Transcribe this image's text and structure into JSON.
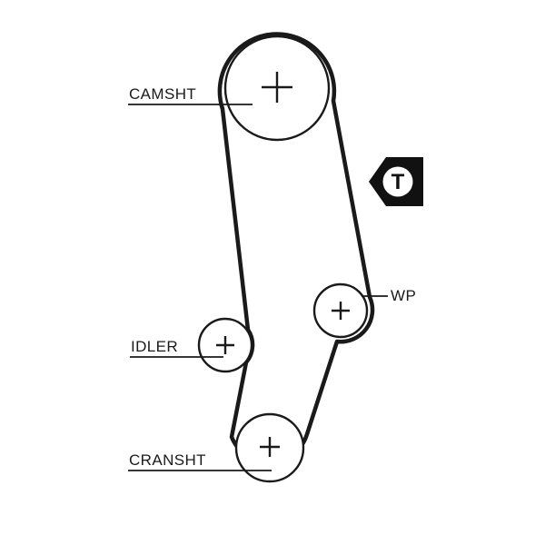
{
  "diagram": {
    "colors": {
      "background": "#ffffff",
      "line": "#1a1a1a",
      "marker-bg": "#111111",
      "marker-fg": "#ffffff"
    },
    "labels": {
      "camshaft": "CAMSHT",
      "idler": "IDLER",
      "crankshaft": "CRANSHT",
      "water_pump": "WP",
      "tensioner": "T"
    }
  }
}
